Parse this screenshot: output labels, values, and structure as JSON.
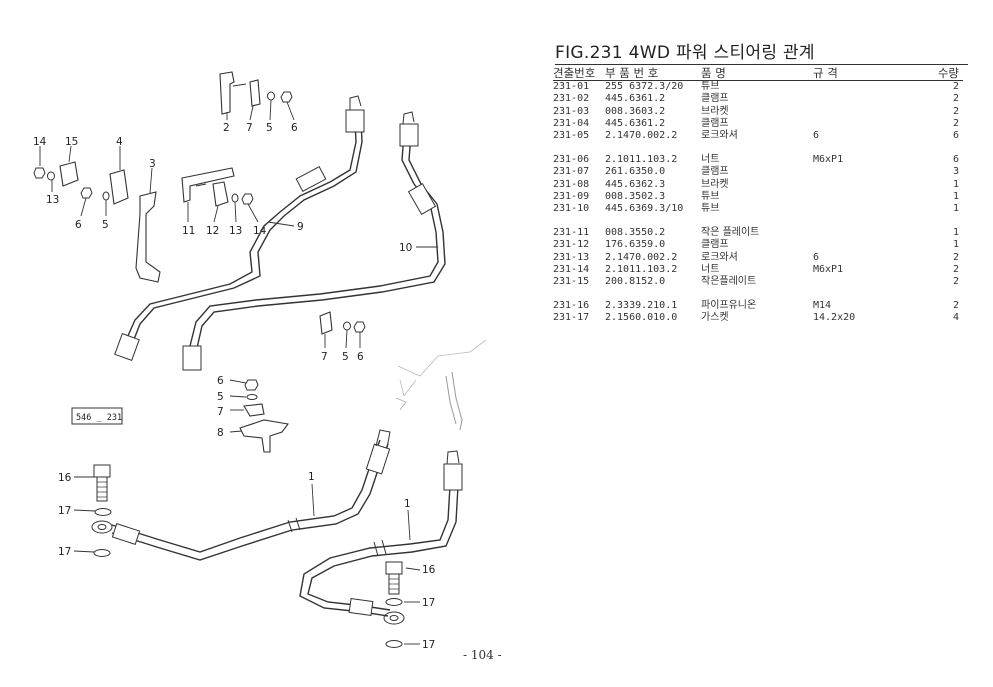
{
  "figure": {
    "title": "FIG.231 4WD 파워 스티어링 관계",
    "ref_box": "546 _ 231",
    "page_number": "- 104 -"
  },
  "parts_table": {
    "headers": {
      "ref_no": "견출번호",
      "part_no": "부 품 번 호",
      "name": "품 명",
      "spec": "규 격",
      "qty": "수량"
    },
    "rows": [
      {
        "ref": "231-01",
        "part": "255 6372.3/20",
        "name": "튜브",
        "spec": "",
        "qty": "2"
      },
      {
        "ref": "231-02",
        "part": "445.6361.2",
        "name": "클램프",
        "spec": "",
        "qty": "2"
      },
      {
        "ref": "231-03",
        "part": "008.3603.2",
        "name": "브라켓",
        "spec": "",
        "qty": "2"
      },
      {
        "ref": "231-04",
        "part": "445.6361.2",
        "name": "클램프",
        "spec": "",
        "qty": "2"
      },
      {
        "ref": "231-05",
        "part": "2.1470.002.2",
        "name": "로크와셔",
        "spec": "6",
        "qty": "6"
      },
      {
        "ref": "231-06",
        "part": "2.1011.103.2",
        "name": "너트",
        "spec": "M6xP1",
        "qty": "6"
      },
      {
        "ref": "231-07",
        "part": "261.6350.0",
        "name": "클램프",
        "spec": "",
        "qty": "3"
      },
      {
        "ref": "231-08",
        "part": "445.6362.3",
        "name": "브라켓",
        "spec": "",
        "qty": "1"
      },
      {
        "ref": "231-09",
        "part": "008.3502.3",
        "name": "튜브",
        "spec": "",
        "qty": "1"
      },
      {
        "ref": "231-10",
        "part": "445.6369.3/10",
        "name": "튜브",
        "spec": "",
        "qty": "1"
      },
      {
        "ref": "231-11",
        "part": "008.3550.2",
        "name": "작은 플레이트",
        "spec": "",
        "qty": "1"
      },
      {
        "ref": "231-12",
        "part": "176.6359.0",
        "name": "클램프",
        "spec": "",
        "qty": "1"
      },
      {
        "ref": "231-13",
        "part": "2.1470.002.2",
        "name": "로크와셔",
        "spec": "6",
        "qty": "2"
      },
      {
        "ref": "231-14",
        "part": "2.1011.103.2",
        "name": "너트",
        "spec": "M6xP1",
        "qty": "2"
      },
      {
        "ref": "231-15",
        "part": "200.8152.0",
        "name": "작은플레이트",
        "spec": "",
        "qty": "2"
      },
      {
        "ref": "231-16",
        "part": "2.3339.210.1",
        "name": "파이프유니온",
        "spec": "M14",
        "qty": "2"
      },
      {
        "ref": "231-17",
        "part": "2.1560.010.0",
        "name": "가스켓",
        "spec": "14.2x20",
        "qty": "4"
      }
    ]
  },
  "callouts": {
    "c2": "2",
    "c7a": "7",
    "c5a": "5",
    "c6a": "6",
    "c14a": "14",
    "c15": "15",
    "c4": "4",
    "c3": "3",
    "c13a": "13",
    "c6b": "6",
    "c5b": "5",
    "c11": "11",
    "c12": "12",
    "c13b": "13",
    "c14b": "14",
    "c9": "9",
    "c10": "10",
    "c7b": "7",
    "c5c": "5",
    "c6c": "6",
    "c6d": "6",
    "c5d": "5",
    "c7d": "7",
    "c8": "8",
    "c16a": "16",
    "c17a": "17",
    "c17b": "17",
    "c1a": "1",
    "c1b": "1",
    "c16b": "16",
    "c17c": "17",
    "c17d": "17"
  }
}
